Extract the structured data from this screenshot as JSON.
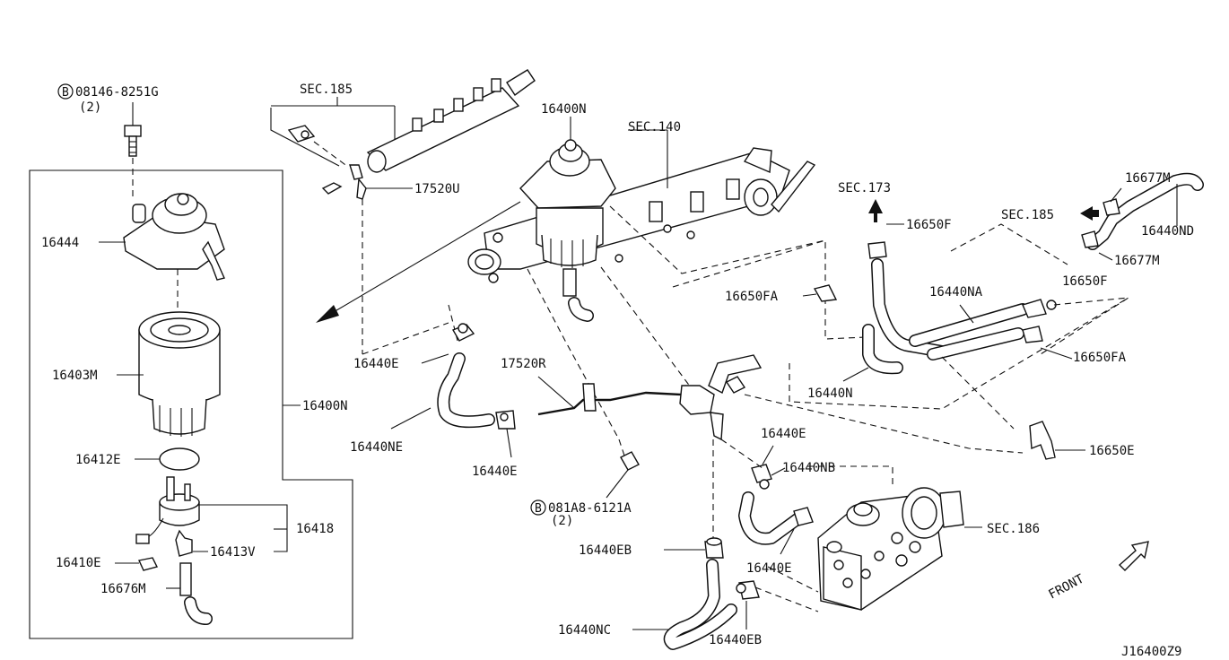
{
  "labels": {
    "bolt_ref": "08146-8251G",
    "bolt_qty": "(2)",
    "sec185_top": "SEC.185",
    "p16400n_top": "16400N",
    "sec140": "SEC.140",
    "sec173": "SEC.173",
    "p16677m_top": "16677M",
    "sec185_right": "SEC.185",
    "p16440nd": "16440ND",
    "p16677m_bot": "16677M",
    "p16650f_top": "16650F",
    "p17520u": "17520U",
    "p16444": "16444",
    "p16650fa_left": "16650FA",
    "p16440na": "16440NA",
    "p16650f_right": "16650F",
    "p16650fa_right": "16650FA",
    "p16440e_left": "16440E",
    "p17520r": "17520R",
    "p16403m": "16403M",
    "p16440n": "16440N",
    "p16400n_box": "16400N",
    "p16440ne": "16440NE",
    "p16440e_mid": "16440E",
    "p16440e_right": "16440E",
    "p16650e": "16650E",
    "p16412e": "16412E",
    "p16440nb": "16440NB",
    "bolt2_ref": "081A8-6121A",
    "bolt2_qty": "(2)",
    "p16418": "16418",
    "sec186": "SEC.186",
    "p16413v": "16413V",
    "p16410e": "16410E",
    "p16440eb_top": "16440EB",
    "p16440e_bottom": "16440E",
    "front": "FRONT",
    "p16676m": "16676M",
    "p16440nc": "16440NC",
    "p16440eb_bottom": "16440EB",
    "diagram_id": "J16400Z9",
    "circle_b": "B"
  }
}
